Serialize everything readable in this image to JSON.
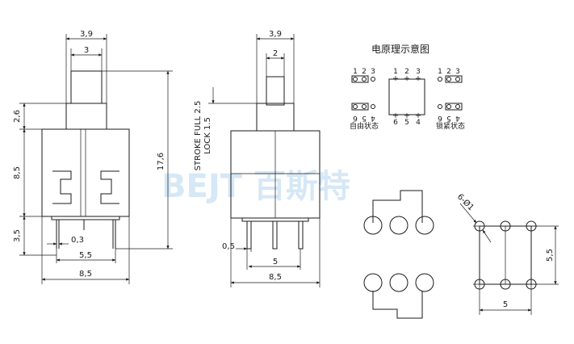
{
  "watermark": "BEJT 百斯特",
  "front_view": {
    "dims": {
      "top_outer": "3,9",
      "top_inner": "3",
      "left_cap": "2,6",
      "left_body": "8,5",
      "left_pin": "3,5",
      "right_total": "17,6",
      "pin_width": "0,3",
      "pin_span": "5,5",
      "body_width": "8,5"
    }
  },
  "side_view": {
    "dims": {
      "top_outer": "3,9",
      "top_inner": "2",
      "stroke_note": "STROKE FULL 2.5",
      "lock_note": "LOCK 1.5",
      "pin_dia": "0,5",
      "pin_pitch": "5",
      "body_width": "8,5"
    }
  },
  "schematic": {
    "title": "电原理示意图",
    "center_top_pins": [
      "1",
      "2",
      "3"
    ],
    "center_bottom_pins": [
      "6",
      "5",
      "4"
    ],
    "left_top_pins": [
      "1",
      "2",
      "3"
    ],
    "left_bottom_pins": [
      "6",
      "5",
      "4"
    ],
    "right_top_pins": [
      "1",
      "2",
      "3"
    ],
    "right_bottom_pins": [
      "6",
      "5",
      "4"
    ],
    "free_state_label": "自由状态",
    "locked_state_label": "锁紧状态"
  },
  "pcb_layout": {
    "hole_label": "6-Ø1",
    "vertical_dim": "5,5",
    "horizontal_dim": "5"
  }
}
